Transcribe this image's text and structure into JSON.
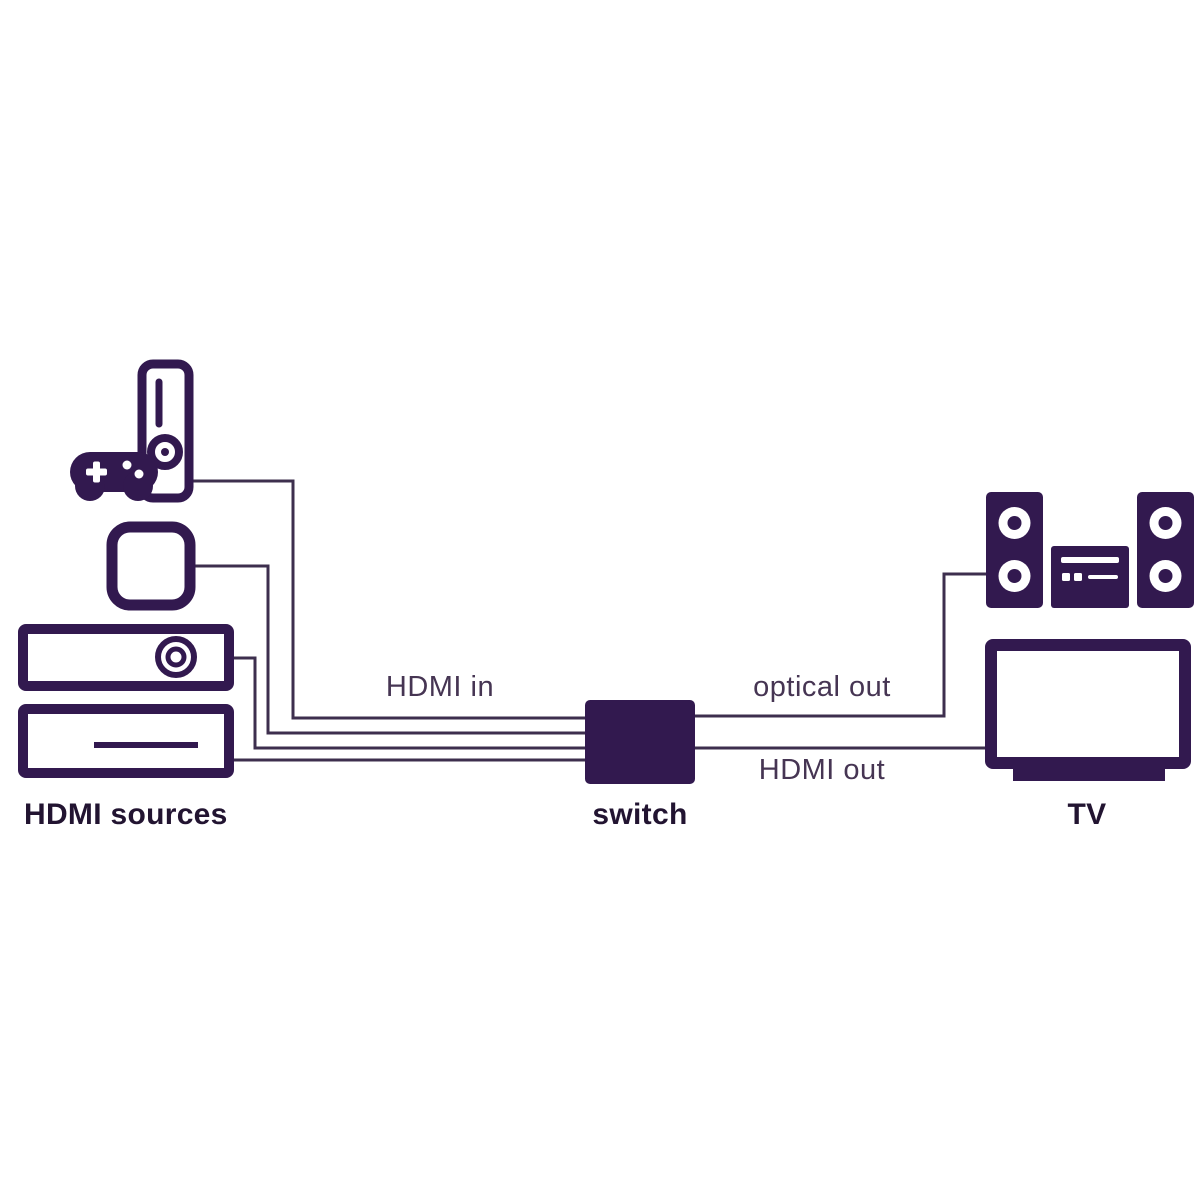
{
  "title": "HDMI switch connection diagram",
  "labels": {
    "hdmi_in": "HDMI in",
    "optical_out": "optical out",
    "hdmi_out": "HDMI out",
    "hdmi_sources": "HDMI sources",
    "switch": "switch",
    "tv": "TV"
  },
  "nodes": {
    "sources": [
      "game-console",
      "streaming-box",
      "dvd-player",
      "media-player"
    ],
    "hub": "switch",
    "outputs": [
      "speaker-system",
      "tv"
    ]
  },
  "connections": [
    {
      "from": "game-console",
      "to": "switch",
      "group_label": "HDMI in"
    },
    {
      "from": "streaming-box",
      "to": "switch",
      "group_label": "HDMI in"
    },
    {
      "from": "dvd-player",
      "to": "switch",
      "group_label": "HDMI in"
    },
    {
      "from": "media-player",
      "to": "switch",
      "group_label": "HDMI in"
    },
    {
      "from": "switch",
      "to": "speaker-system",
      "label": "optical out"
    },
    {
      "from": "switch",
      "to": "tv",
      "label": "HDMI out"
    }
  ],
  "colors": {
    "primary": "#32194f",
    "line": "#3d2f4e",
    "label": "#463553",
    "bold": "#221431",
    "background": "#ffffff"
  }
}
